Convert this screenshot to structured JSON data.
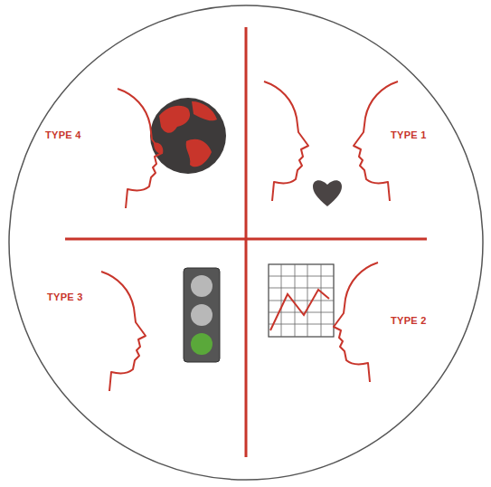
{
  "diagram": {
    "labels": [
      "TYPE 4",
      "TYPE 1",
      "TYPE 3",
      "TYPE 2"
    ]
  }
}
